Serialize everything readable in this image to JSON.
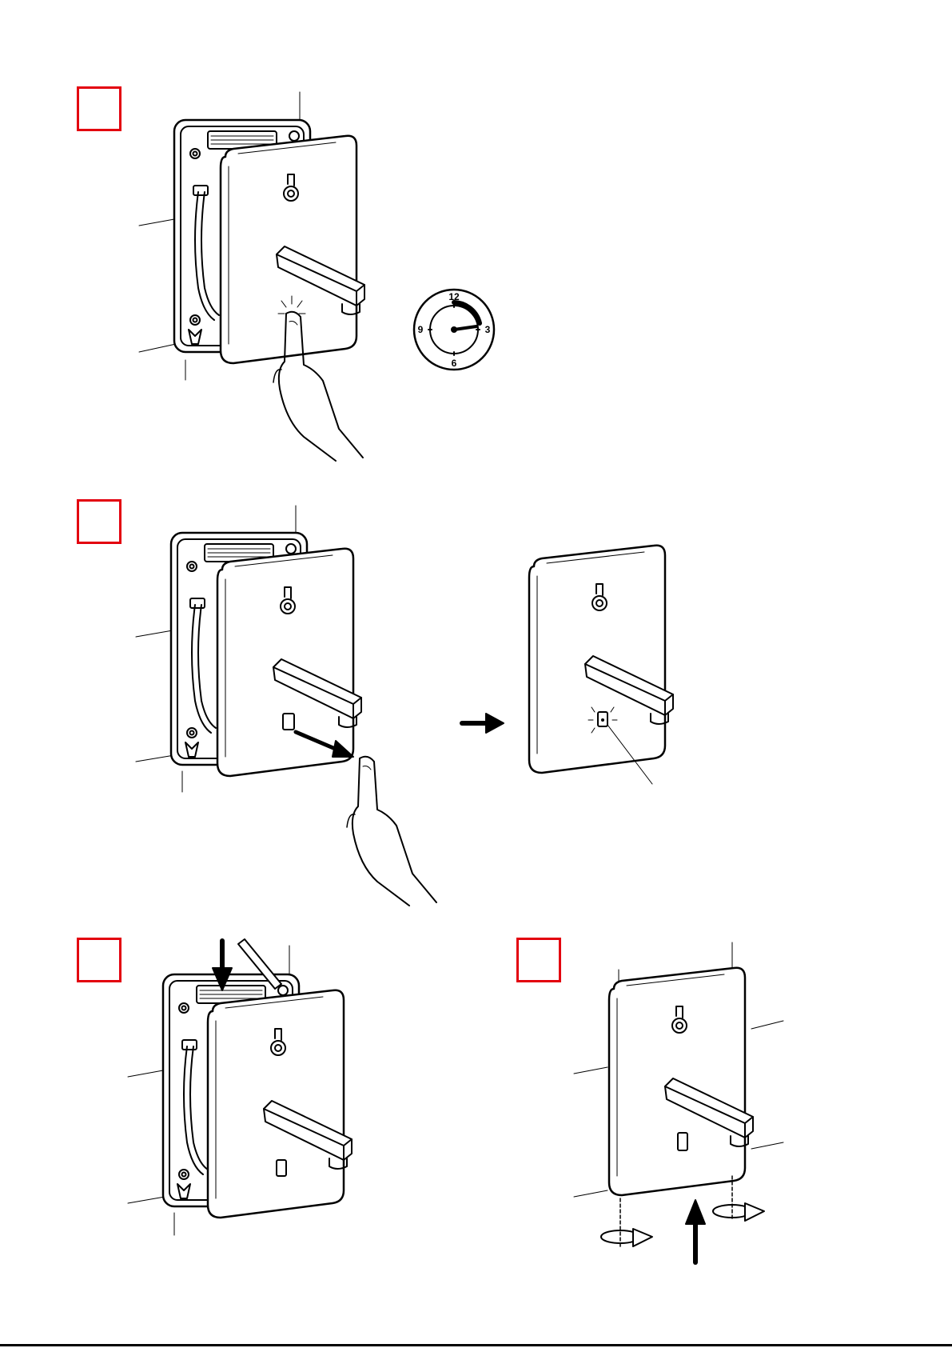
{
  "colors": {
    "step_box": "#e3000f",
    "line": "#000000",
    "background": "#ffffff"
  },
  "icons": [
    "hand-press-icon",
    "hand-pull-icon",
    "arrow-right-icon",
    "arrow-down-icon",
    "arrow-up-icon",
    "rotate-arrow-icon"
  ],
  "clock": {
    "labels": {
      "top": "12",
      "right": "3",
      "bottom": "6",
      "left": "9"
    }
  }
}
